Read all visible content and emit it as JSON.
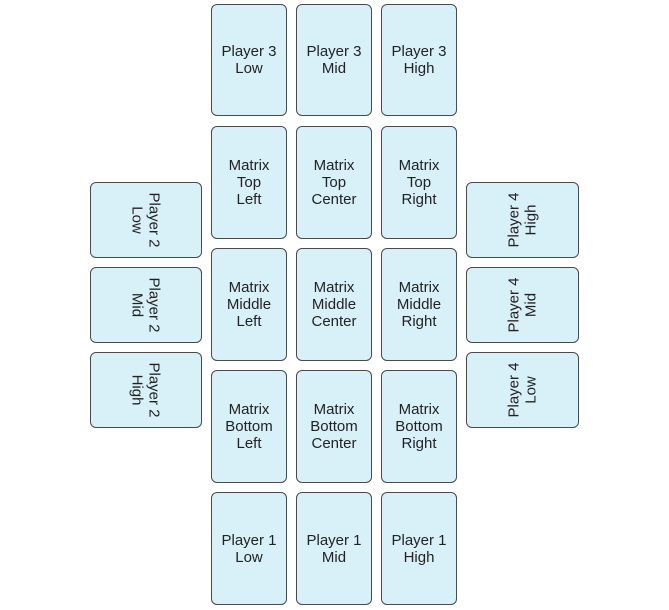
{
  "player3": {
    "low": "Player 3\nLow",
    "mid": "Player 3\nMid",
    "high": "Player 3\nHigh"
  },
  "matrix": {
    "top_left": "Matrix\nTop\nLeft",
    "top_center": "Matrix\nTop\nCenter",
    "top_right": "Matrix\nTop\nRight",
    "middle_left": "Matrix\nMiddle\nLeft",
    "middle_center": "Matrix\nMiddle\nCenter",
    "middle_right": "Matrix\nMiddle\nRight",
    "bottom_left": "Matrix\nBottom\nLeft",
    "bottom_center": "Matrix\nBottom\nCenter",
    "bottom_right": "Matrix\nBottom\nRight"
  },
  "player1": {
    "low": "Player 1\nLow",
    "mid": "Player 1\nMid",
    "high": "Player 1\nHigh"
  },
  "player2": {
    "low": "Player 2\nLow",
    "mid": "Player 2\nMid",
    "high": "Player 2\nHigh"
  },
  "player4": {
    "high": "Player 4\nHigh",
    "mid": "Player 4\nMid",
    "low": "Player 4\nLow"
  },
  "colors": {
    "card_fill": "#d8f1f9",
    "card_border": "#4a4a4a",
    "text": "#222222"
  }
}
